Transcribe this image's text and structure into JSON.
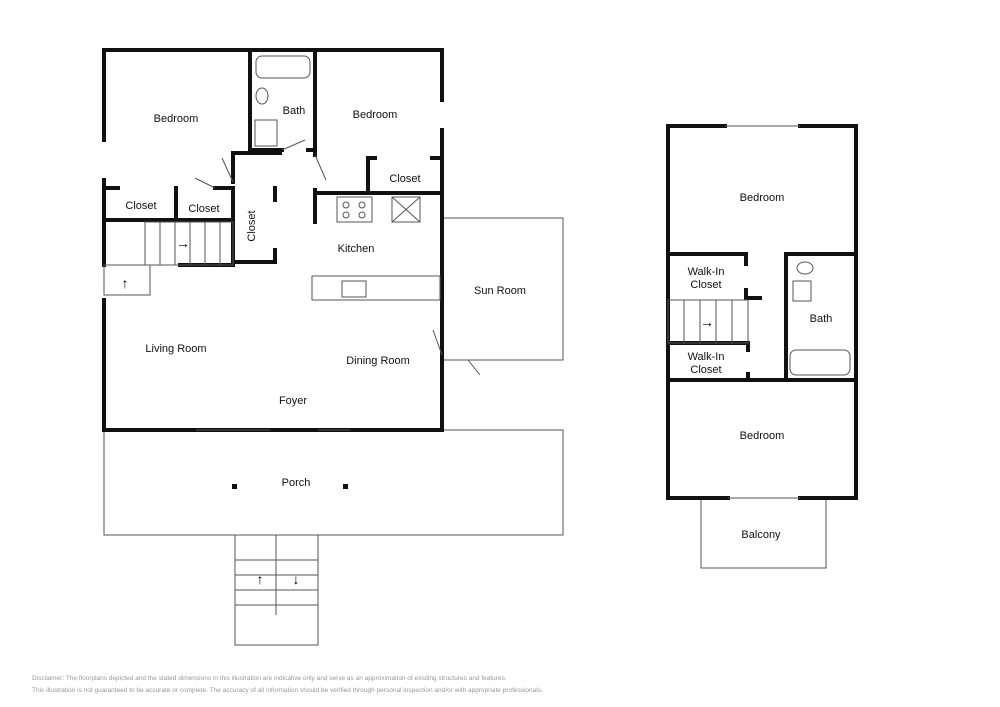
{
  "main_floor": {
    "rooms": {
      "bedroom_left": "Bedroom",
      "bath": "Bath",
      "bedroom_right": "Bedroom",
      "closet_right": "Closet",
      "closet_1": "Closet",
      "closet_2": "Closet",
      "closet_vertical": "Closet",
      "kitchen": "Kitchen",
      "sun_room": "Sun Room",
      "living_room": "Living Room",
      "dining_room": "Dining Room",
      "foyer": "Foyer",
      "porch": "Porch"
    }
  },
  "upper_floor": {
    "rooms": {
      "bedroom_top": "Bedroom",
      "walkin_top_1": "Walk-In",
      "walkin_top_2": "Closet",
      "walkin_bottom_1": "Walk-In",
      "walkin_bottom_2": "Closet",
      "bath": "Bath",
      "bedroom_bottom": "Bedroom",
      "balcony": "Balcony"
    }
  },
  "disclaimer": {
    "line1": "Disclaimer: The floorplans depicted and the stated dimensions in this illustration are indicative only and serve as an approximation of existing structures and features.",
    "line2": "This illustration is not guaranteed to be accurate or complete. The accuracy of all information should be verified through personal inspection and/or with appropriate professionals."
  }
}
